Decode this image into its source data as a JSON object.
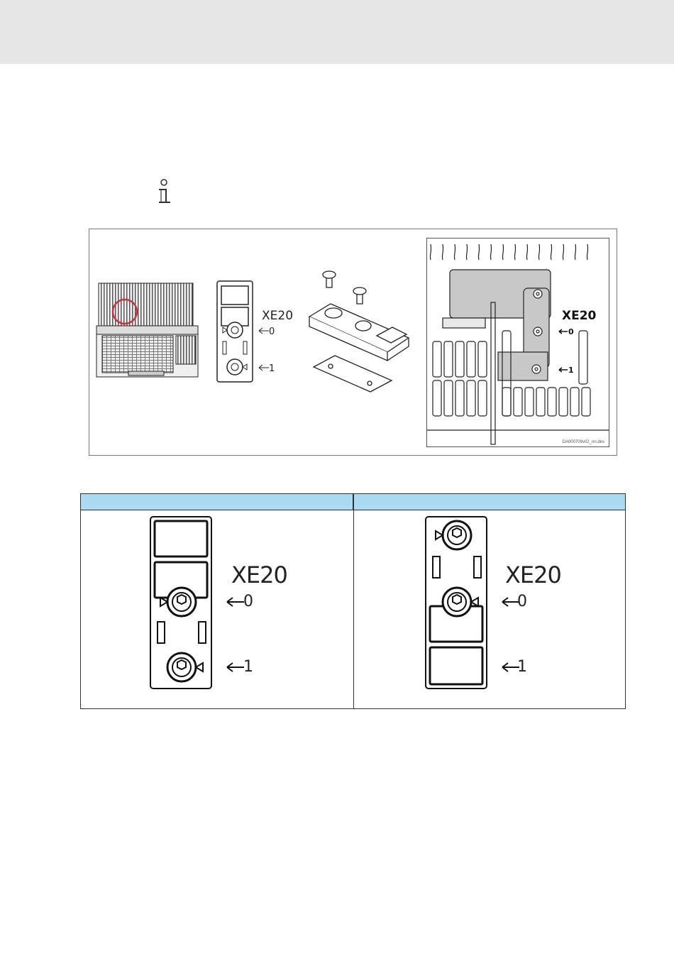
{
  "figure": {
    "connector_label": "XE20",
    "position_0": "0",
    "position_1": "1",
    "figure_id": "DA000709v02_nn.des"
  },
  "table": {
    "header_left": "",
    "header_right": "",
    "left": {
      "connector_label": "XE20",
      "position_0": "0",
      "position_1": "1"
    },
    "right": {
      "connector_label": "XE20",
      "position_0": "0",
      "position_1": "1"
    }
  }
}
